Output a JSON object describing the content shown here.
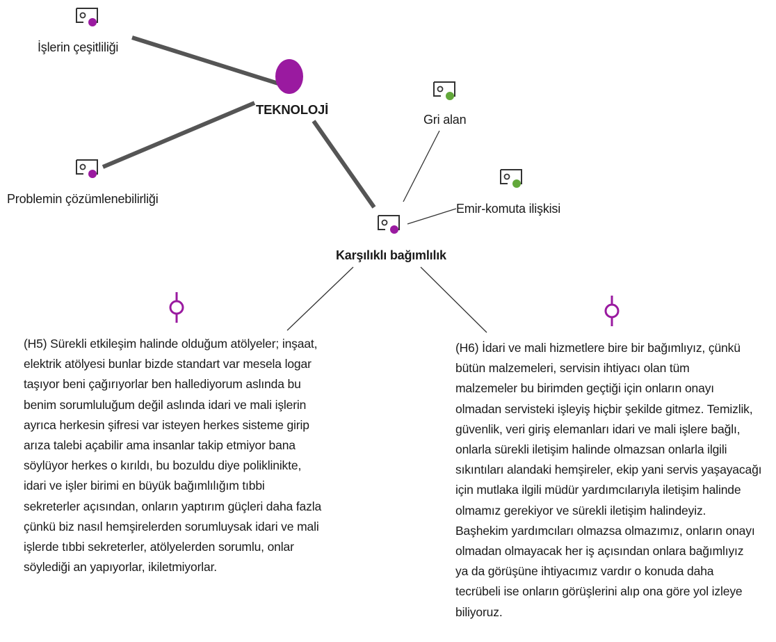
{
  "colors": {
    "purple": "#9a1aa0",
    "green": "#62a83a",
    "edge_thick": "#555555",
    "edge_thin": "#333333"
  },
  "icons": {
    "code_node": "code-node-icon",
    "quote": "quote-pin-icon",
    "theme": "theme-circle-icon"
  },
  "nodes": {
    "teknoloji": "TEKNOLOJİ",
    "isler": "İşlerin çeşitliliği",
    "problem": "Problemin çözümlenebilirliği",
    "bagimlilik": "Karşılıklı bağımlılık",
    "gri": "Gri alan",
    "emir": "Emir-komuta ilişkisi"
  },
  "quotes": {
    "h5": "(H5) Sürekli etkileşim halinde olduğum atölyeler; inşaat,\nelektrik atölyesi bunlar bizde standart var mesela logar\ntaşıyor beni çağırıyorlar ben hallediyorum aslında bu\nbenim sorumluluğum değil aslında idari ve mali işlerin\nayrıca herkesin şifresi var isteyen herkes sisteme girip\narıza talebi açabilir ama insanlar takip etmiyor bana\nsöylüyor herkes o kırıldı, bu bozuldu diye poliklinikte,\nidari ve işler birimi en büyük bağımlılığım tıbbi\nsekreterler açısından, onların yaptırım güçleri daha fazla\nçünkü biz nasıl hemşirelerden sorumluysak idari ve mali\nişlerde tıbbi sekreterler, atölyelerden sorumlu, onlar\nsöylediği an yapıyorlar, ikiletmiyorlar.",
    "h6": "(H6) İdari ve mali hizmetlere bire bir bağımlıyız, çünkü\nbütün malzemeleri, servisin ihtiyacı olan tüm\nmalzemeler bu birimden geçtiği için onların onayı\nolmadan servisteki işleyiş hiçbir şekilde gitmez. Temizlik,\ngüvenlik, veri giriş elemanları idari ve mali işlere bağlı,\nonlarla sürekli iletişim halinde olmazsan onlarla ilgili\nsıkıntıları alandaki hemşireler, ekip yani servis yaşayacağı\niçin mutlaka ilgili müdür yardımcılarıyla iletişim halinde\nolmamız gerekiyor ve sürekli iletişim halindeyiz.\nBaşhekim yardımcıları olmazsa olmazımız, onların onayı\nolmadan olmayacak her iş açısından onlara bağımlıyız\nya da görüşüne ihtiyacımız vardır o konuda daha\ntecrübeli ise onların görüşlerini alıp ona göre yol izleye\nbiliyoruz."
  }
}
